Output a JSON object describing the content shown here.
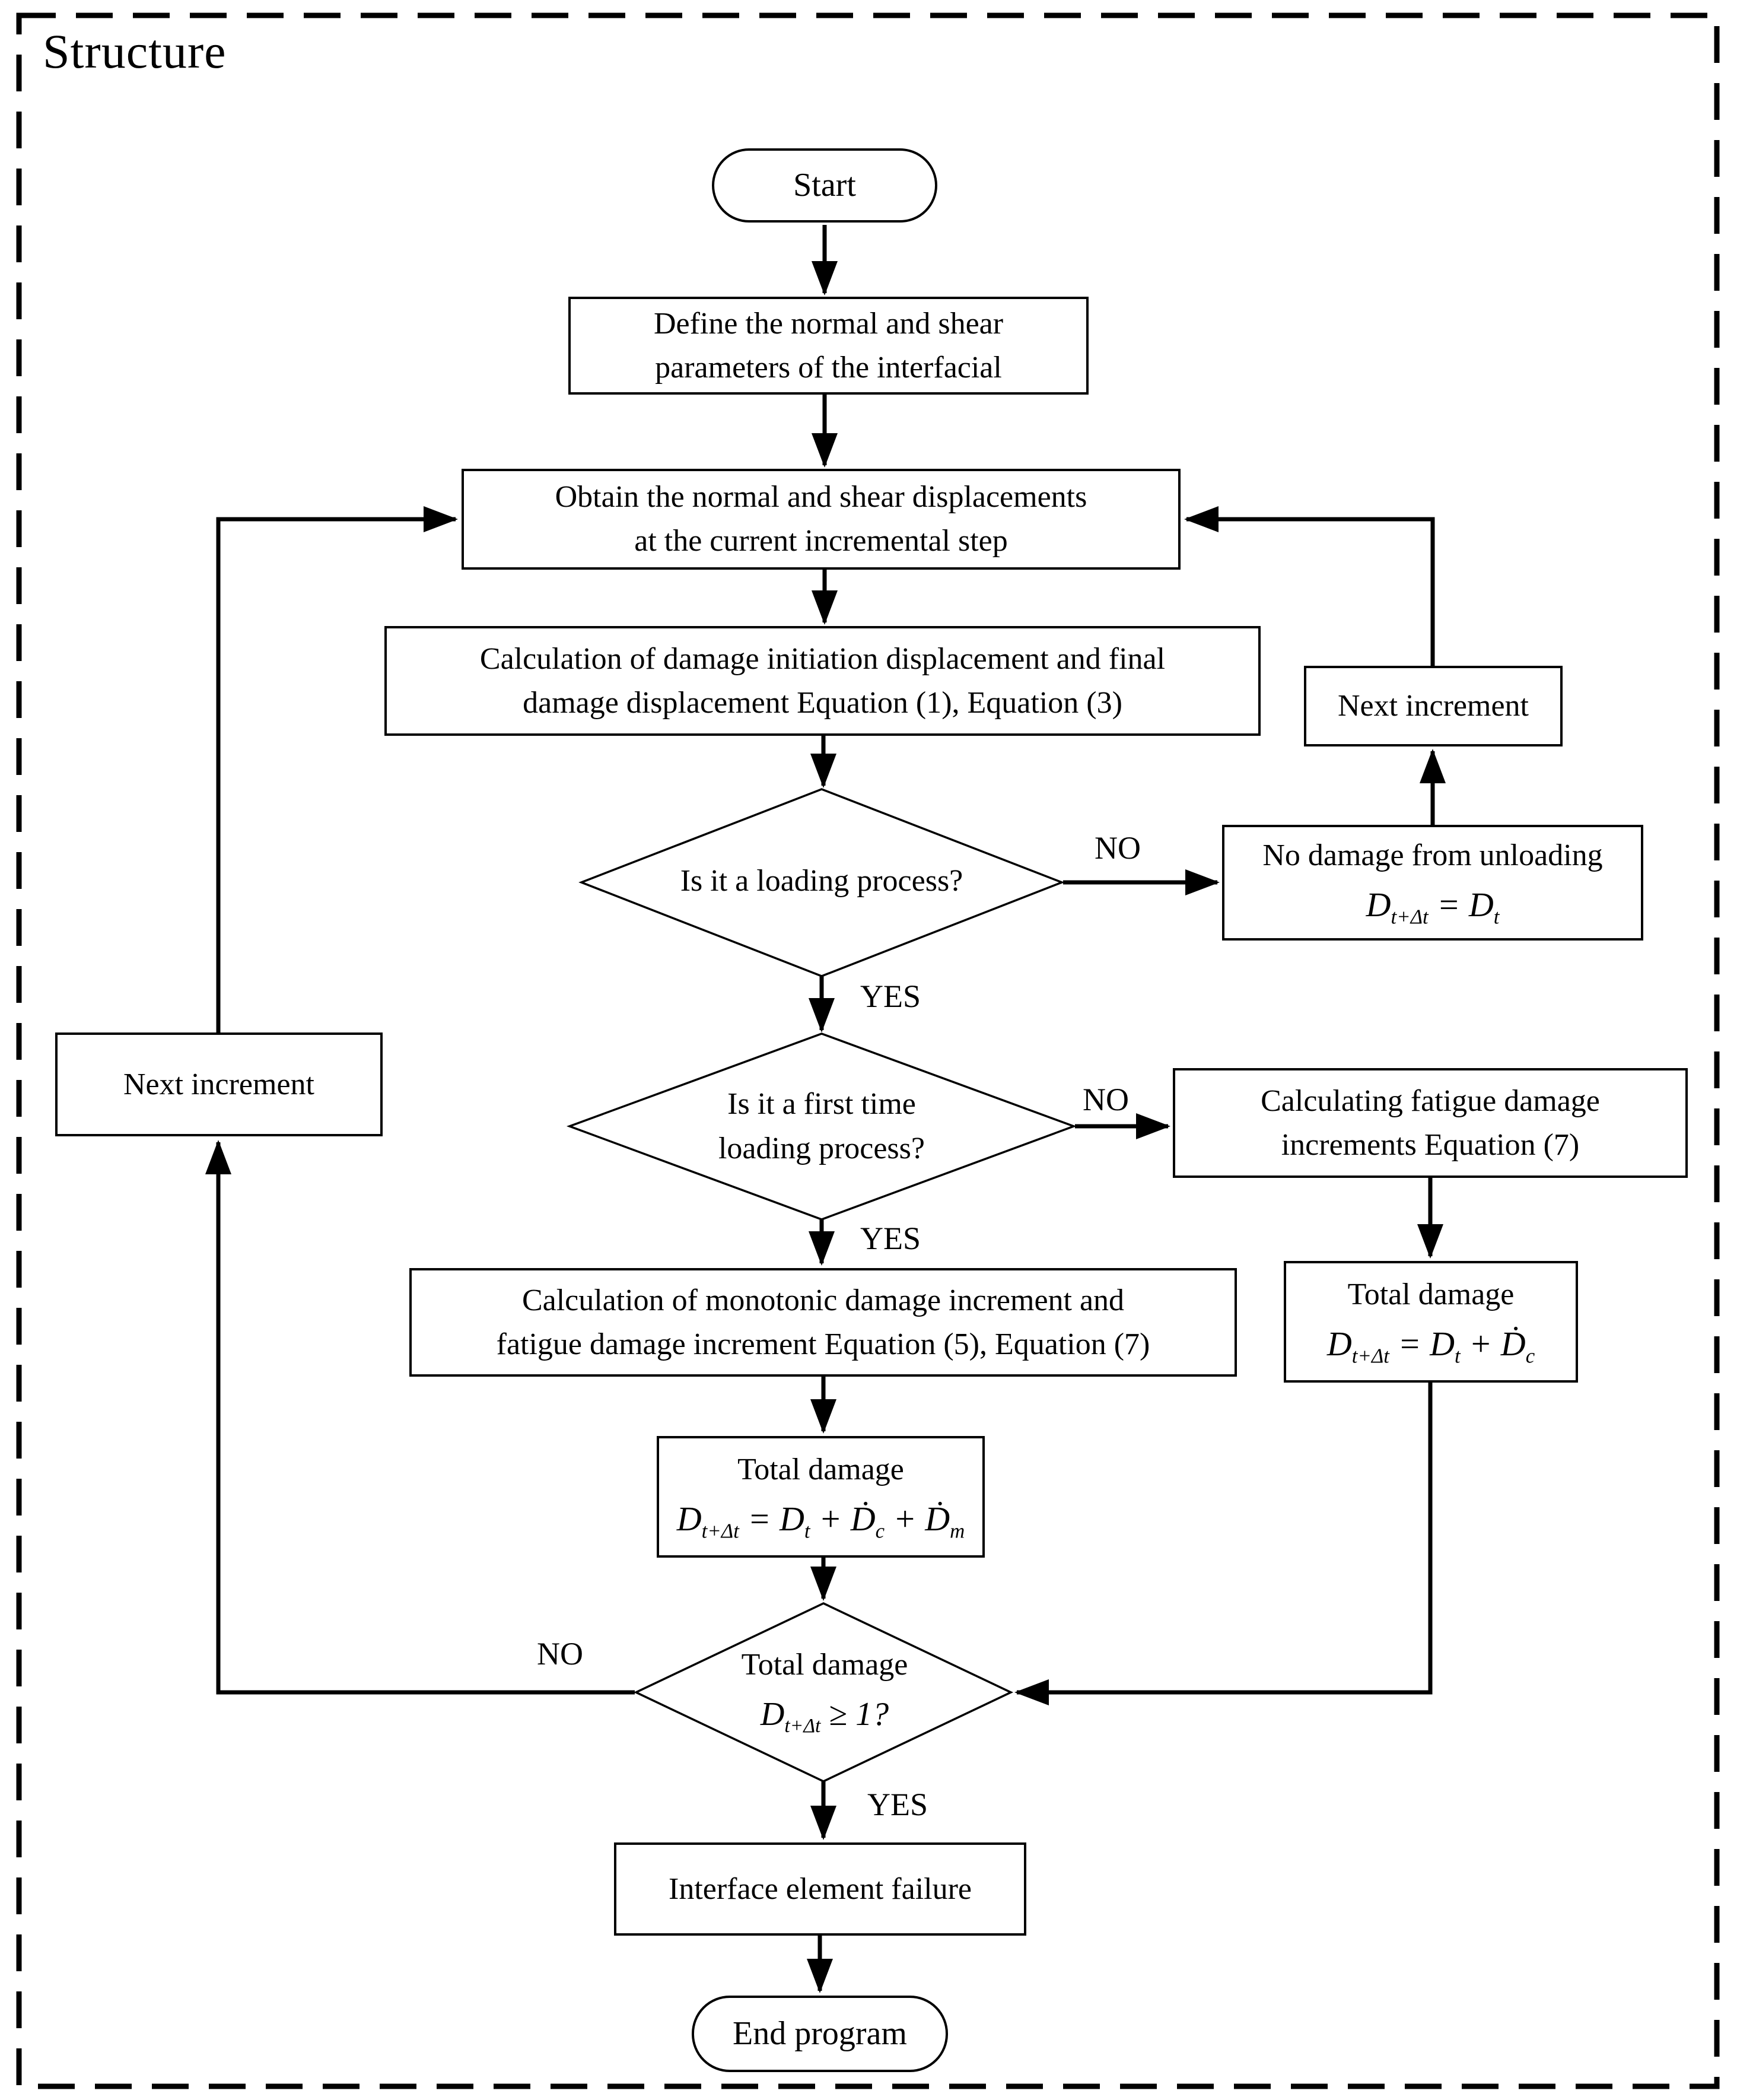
{
  "frame": {
    "title": "Structure"
  },
  "edge_labels": {
    "yes": "YES",
    "no": "NO"
  },
  "nodes": {
    "start": {
      "label": "Start"
    },
    "define_params": {
      "line1": "Define the normal and shear",
      "line2": "parameters of the interfacial"
    },
    "obtain_displacements": {
      "line1": "Obtain the normal and shear displacements",
      "line2": "at the current incremental step"
    },
    "calc_initiation": {
      "line1": "Calculation of damage initiation displacement and final",
      "line2": "damage displacement Equation (1), Equation (3)"
    },
    "is_loading": {
      "label": "Is it a loading process?"
    },
    "no_damage_unloading": {
      "label": "No damage from unloading",
      "formula": "D_{t+Δt} = D_{t}"
    },
    "next_increment_right": {
      "label": "Next increment"
    },
    "is_first_time": {
      "line1": "Is it a first time",
      "line2": "loading process?"
    },
    "calc_fatigue": {
      "line1": "Calculating fatigue damage",
      "line2": "increments Equation (7)"
    },
    "total_damage_fatigue": {
      "label": "Total damage",
      "formula": "D_{t+Δt} = D_{t} + Ḋ_{c}"
    },
    "calc_monotonic": {
      "line1": "Calculation of monotonic damage increment and",
      "line2": "fatigue damage increment Equation (5), Equation (7)"
    },
    "total_damage_combined": {
      "label": "Total damage",
      "formula": "D_{t+Δt} = D_{t} + Ḋ_{c} + Ḋ_{m}"
    },
    "total_damage_check": {
      "label": "Total damage",
      "formula": "D_{t+Δt} ≥ 1?"
    },
    "next_increment_left": {
      "label": "Next increment"
    },
    "interface_failure": {
      "label": "Interface element failure"
    },
    "end": {
      "label": "End program"
    }
  }
}
